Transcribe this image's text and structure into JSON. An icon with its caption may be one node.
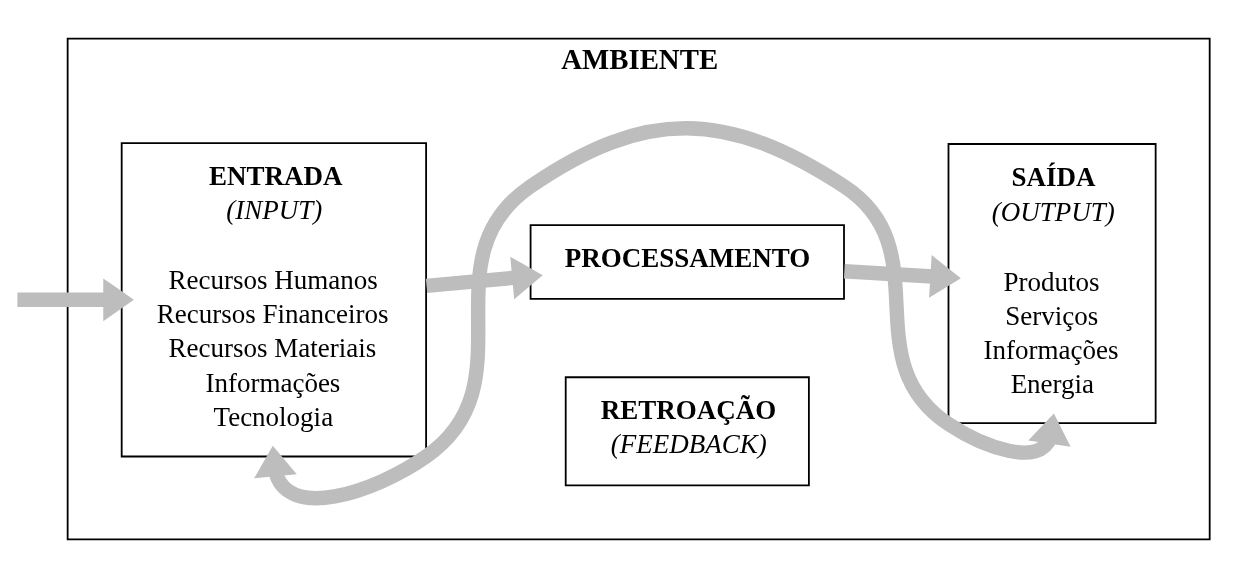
{
  "diagram": {
    "nodes": [
      {
        "text": [
          "AMBIENTE"
        ]
      },
      {
        "text": [
          "ENTRADA",
          "(INPUT)",
          "Recursos Humanos",
          "Recursos Financeiros",
          "Recursos Materiais",
          "Informações",
          "Tecnologia"
        ],
        "in": 0
      },
      {
        "text": [
          "PROCESSAMENTO"
        ],
        "in": 0
      },
      {
        "text": [
          "SAÍDA",
          "(OUTPUT)",
          "Produtos",
          "Serviços",
          "Informações",
          "Energia"
        ],
        "in": 0
      },
      {
        "text": [
          "RETROAÇÃO",
          "(FEEDBACK)"
        ],
        "in": 0
      }
    ],
    "edges": [
      {
        "from": null,
        "to": 1,
        "arrow": "to"
      },
      {
        "from": 1,
        "to": 2,
        "arrow": "to"
      },
      {
        "from": 2,
        "to": 3,
        "arrow": "to"
      },
      {
        "from": 1,
        "to": 3,
        "arrow": "both"
      }
    ]
  }
}
